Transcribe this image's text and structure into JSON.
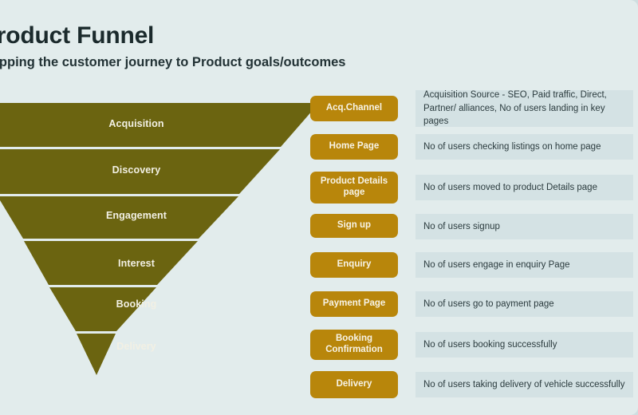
{
  "page": {
    "background_color": "#e2ecec",
    "outer_color": "#cfdee0"
  },
  "header": {
    "title": "Product Funnel",
    "subtitle": "Mapping the customer journey to Product goals/outcomes"
  },
  "funnel": {
    "color": "#6b6410",
    "label_color": "#f2f0e4",
    "stages": [
      {
        "label": "Acquisition"
      },
      {
        "label": "Discovery"
      },
      {
        "label": "Engagement"
      },
      {
        "label": "Interest"
      },
      {
        "label": "Booking"
      },
      {
        "label": "Delivery"
      }
    ]
  },
  "steps": {
    "chip_color": "#b8860b",
    "desc_background": "#d4e2e4",
    "items": [
      {
        "chip": "Acq.Channel",
        "description": "Acquisition Source - SEO, Paid traffic, Direct, Partner/ alliances, No of users landing in key pages"
      },
      {
        "chip": "Home Page",
        "description": "No of users checking  listings on home page"
      },
      {
        "chip": "Product Details page",
        "description": "No of users moved to product Details  page"
      },
      {
        "chip": "Sign up",
        "description": "No of users signup"
      },
      {
        "chip": "Enquiry",
        "description": "No of users engage in enquiry Page"
      },
      {
        "chip": "Payment Page",
        "description": "No of users go to payment page"
      },
      {
        "chip": "Booking Confirmation",
        "description": "No of users booking  successfully"
      },
      {
        "chip": "Delivery",
        "description": "No of users taking delivery of vehicle successfully"
      }
    ]
  }
}
